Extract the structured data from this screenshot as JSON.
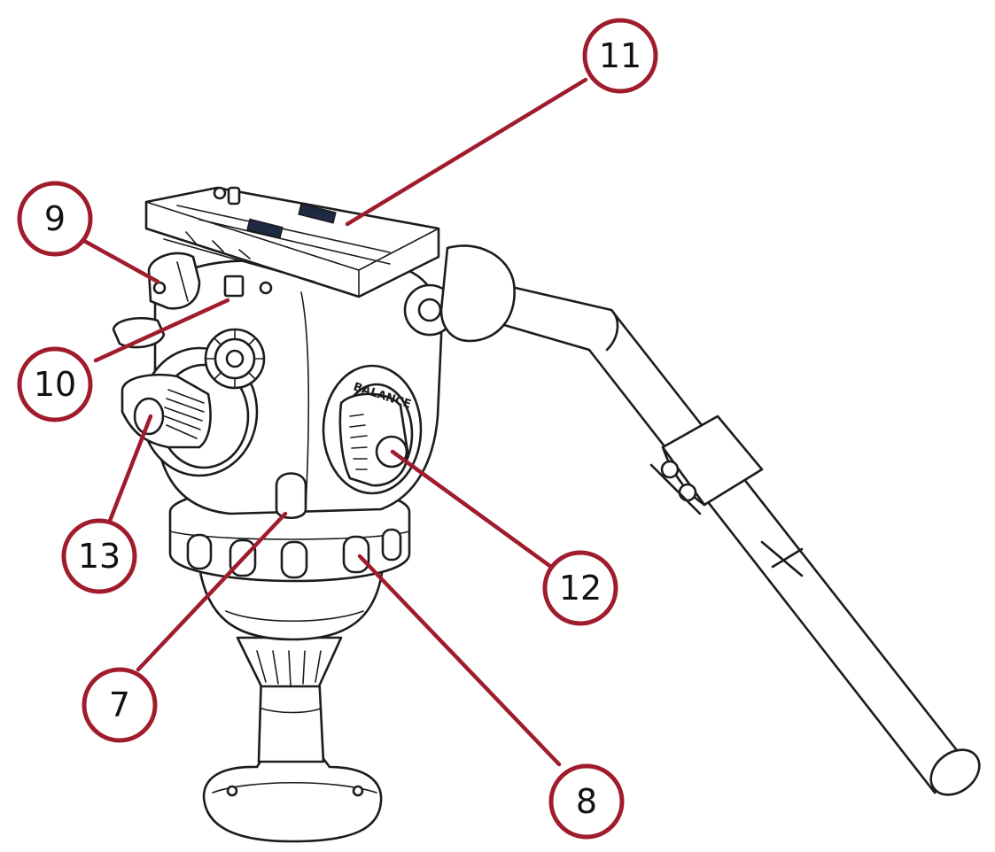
{
  "diagram": {
    "accent_color": "#a01c2c",
    "line_color": "#1c1c1c",
    "engraving": "BALANCE",
    "callouts": [
      {
        "id": "11",
        "label": "11"
      },
      {
        "id": "9",
        "label": "9"
      },
      {
        "id": "10",
        "label": "10"
      },
      {
        "id": "13",
        "label": "13"
      },
      {
        "id": "12",
        "label": "12"
      },
      {
        "id": "7",
        "label": "7"
      },
      {
        "id": "8",
        "label": "8"
      }
    ]
  }
}
